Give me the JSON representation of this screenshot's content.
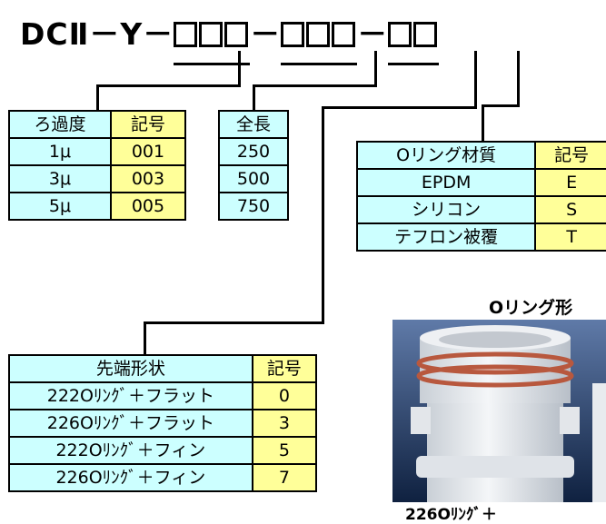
{
  "code": {
    "prefix": "DCⅡ－Y－",
    "sep1": "－",
    "sep2": "－"
  },
  "filtration_table": {
    "header": [
      "ろ過度",
      "記号"
    ],
    "rows": [
      [
        "1μ",
        "001"
      ],
      [
        "3μ",
        "003"
      ],
      [
        "5μ",
        "005"
      ]
    ]
  },
  "length_table": {
    "header": "全長",
    "rows": [
      "250",
      "500",
      "750"
    ]
  },
  "oring_table": {
    "header": [
      "Oリング材質",
      "記号"
    ],
    "rows": [
      [
        "EPDM",
        "E"
      ],
      [
        "シリコン",
        "S"
      ],
      [
        "テフロン被覆",
        "T"
      ]
    ]
  },
  "tip_table": {
    "header": [
      "先端形状",
      "記号"
    ],
    "rows": [
      [
        "222Oﾘﾝｸﾞ＋フラット",
        "0"
      ],
      [
        "226Oﾘﾝｸﾞ＋フラット",
        "3"
      ],
      [
        "222Oﾘﾝｸﾞ＋フィン",
        "5"
      ],
      [
        "226Oﾘﾝｸﾞ＋フィン",
        "7"
      ]
    ]
  },
  "photo": {
    "caption": "Oリング形",
    "bottom_text": "226Oﾘﾝｸﾞ＋"
  },
  "colors": {
    "cyan": "#ccffff",
    "yellow": "#ffff99",
    "photo_bg": "#20365a"
  }
}
